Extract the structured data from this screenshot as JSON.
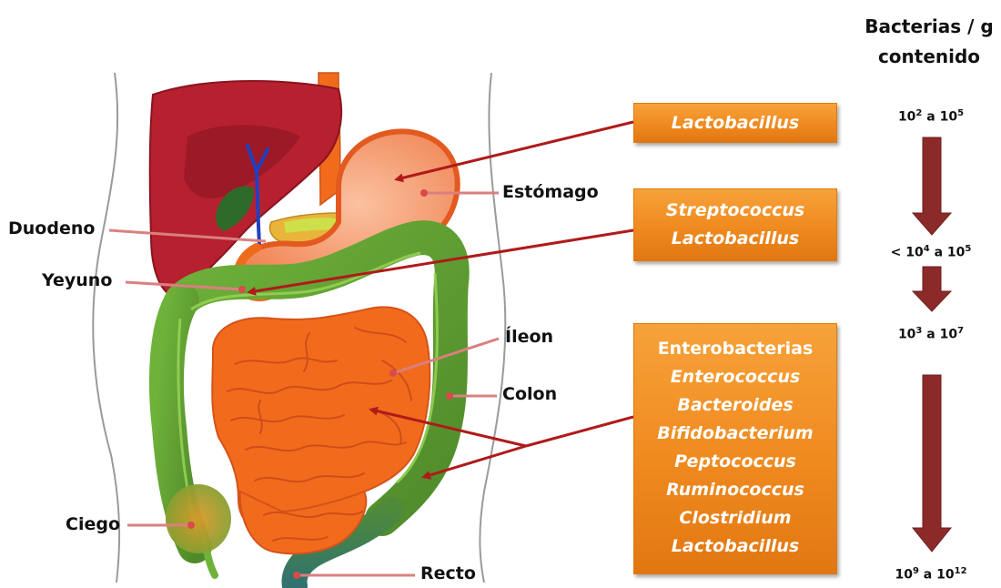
{
  "header": {
    "line1": "Bacterias / g",
    "line2": "contenido"
  },
  "organs": {
    "estomago": "Estómago",
    "duodeno": "Duodeno",
    "yeyuno": "Yeyuno",
    "ileon": "Íleon",
    "colon": "Colon",
    "ciego": "Ciego",
    "recto": "Recto"
  },
  "boxes": {
    "stomach": [
      "Lactobacillus"
    ],
    "jejunum": [
      "Streptococcus",
      "Lactobacillus"
    ],
    "colon": [
      "Enterobacterias",
      "Enterococcus",
      "Bacteroides",
      "Bifidobacterium",
      "Peptococcus",
      "Ruminococcus",
      "Clostridium",
      "Lactobacillus"
    ]
  },
  "counts": {
    "c1": {
      "prefix": "",
      "base1": "10",
      "exp1": "2",
      "mid": " a ",
      "base2": "10",
      "exp2": "5"
    },
    "c2": {
      "prefix": "< ",
      "base1": "10",
      "exp1": "4",
      "mid": " a ",
      "base2": "10",
      "exp2": "5"
    },
    "c3": {
      "prefix": "",
      "base1": "10",
      "exp1": "3",
      "mid": " a ",
      "base2": "10",
      "exp2": "7"
    },
    "c4": {
      "prefix": "",
      "base1": "10",
      "exp1": "9",
      "mid": " a ",
      "base2": "10",
      "exp2": "12"
    }
  },
  "colors": {
    "box_fill": "#f0901f",
    "arrow_red": "#b01a1a",
    "flow_arrow": "#8c2a2a",
    "pointer_line": "#d98080",
    "liver": "#b7202e",
    "stomach": "#f4a070",
    "intestine": "#f26b1d",
    "colon": "#5f9e2f"
  }
}
